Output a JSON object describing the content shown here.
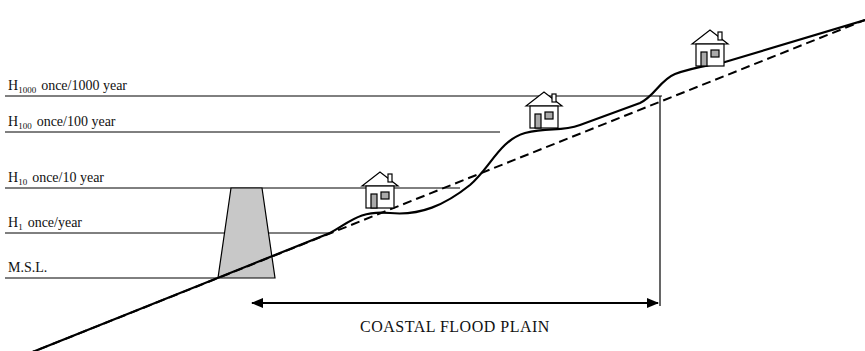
{
  "diagram": {
    "labels": [
      "H",
      "1000",
      "once/1000 year",
      "H",
      "100",
      "once/100 year",
      "H",
      "10",
      "once/10 year",
      "H",
      "1",
      "once/year",
      "M.S.L.",
      "COASTAL FLOOD PLAIN"
    ]
  }
}
